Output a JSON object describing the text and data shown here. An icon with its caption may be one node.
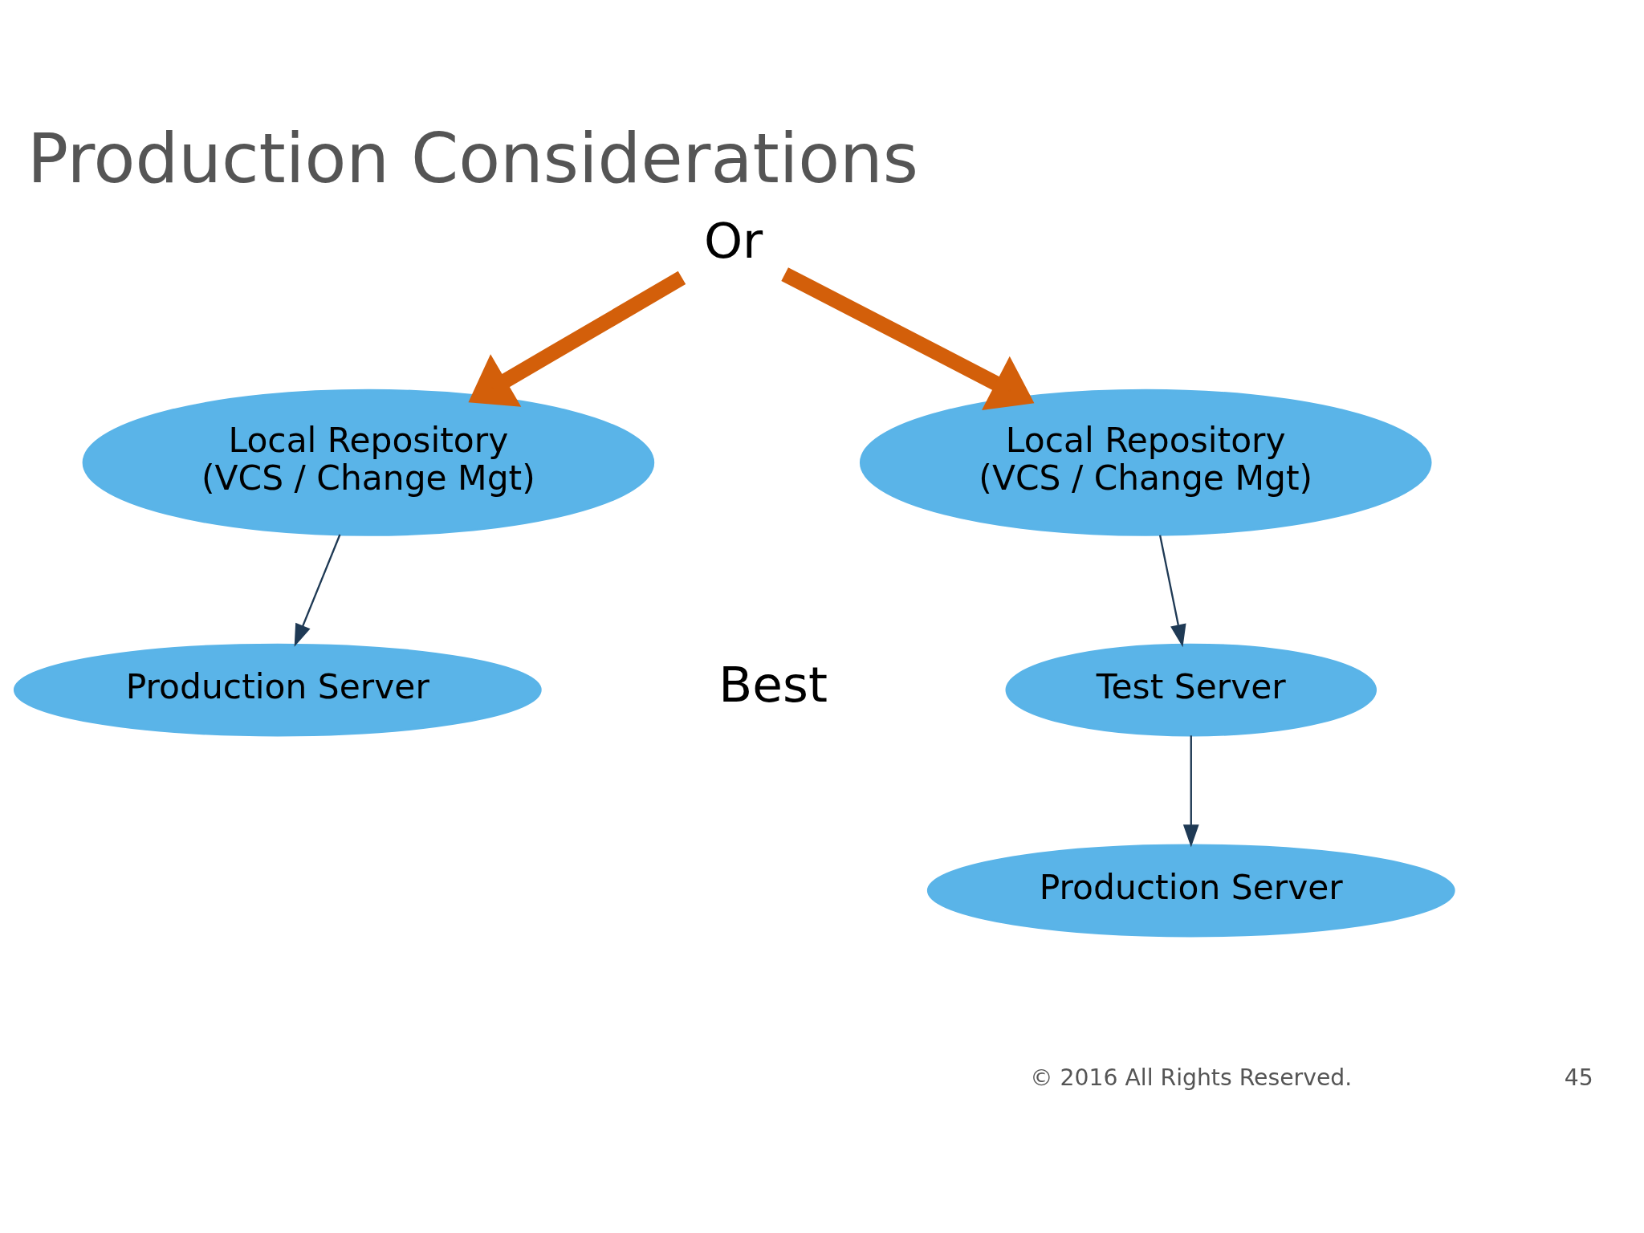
{
  "diagram": {
    "title": "Production Considerations",
    "nodes": [
      {
        "text": [
          "Or"
        ]
      },
      {
        "text": [
          "Local Repository (VCS / Change Mgt)"
        ]
      },
      {
        "text": [
          "Local Repository (VCS / Change Mgt)"
        ]
      },
      {
        "text": [
          "Production Server"
        ]
      },
      {
        "text": [
          "Test Server"
        ]
      },
      {
        "text": [
          "Production Server"
        ]
      }
    ],
    "edges": [
      {
        "from": 0,
        "to": 1,
        "arrow": "to",
        "style": "thick",
        "color": "#d35f0a"
      },
      {
        "from": 0,
        "to": 2,
        "arrow": "to",
        "style": "thick",
        "color": "#d35f0a"
      },
      {
        "from": 1,
        "to": 3,
        "arrow": "to"
      },
      {
        "from": 2,
        "to": 4,
        "arrow": "to"
      },
      {
        "from": 4,
        "to": 5,
        "arrow": "to"
      }
    ],
    "labels": [
      "Best",
      "© 2016 All Rights Reserved.",
      "45"
    ]
  }
}
